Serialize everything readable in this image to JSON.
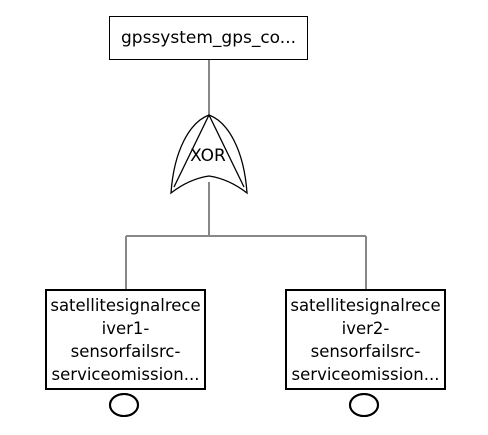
{
  "diagram": {
    "top_event": {
      "label": "gpssystem_gps_co..."
    },
    "gate": {
      "type": "XOR"
    },
    "basic_events": [
      {
        "lines": [
          "satellitesignalrece",
          "iver1-",
          "sensorfailsrc-",
          "serviceomission..."
        ]
      },
      {
        "lines": [
          "satellitesignalrece",
          "iver2-",
          "sensorfailsrc-",
          "serviceomission..."
        ]
      }
    ]
  }
}
